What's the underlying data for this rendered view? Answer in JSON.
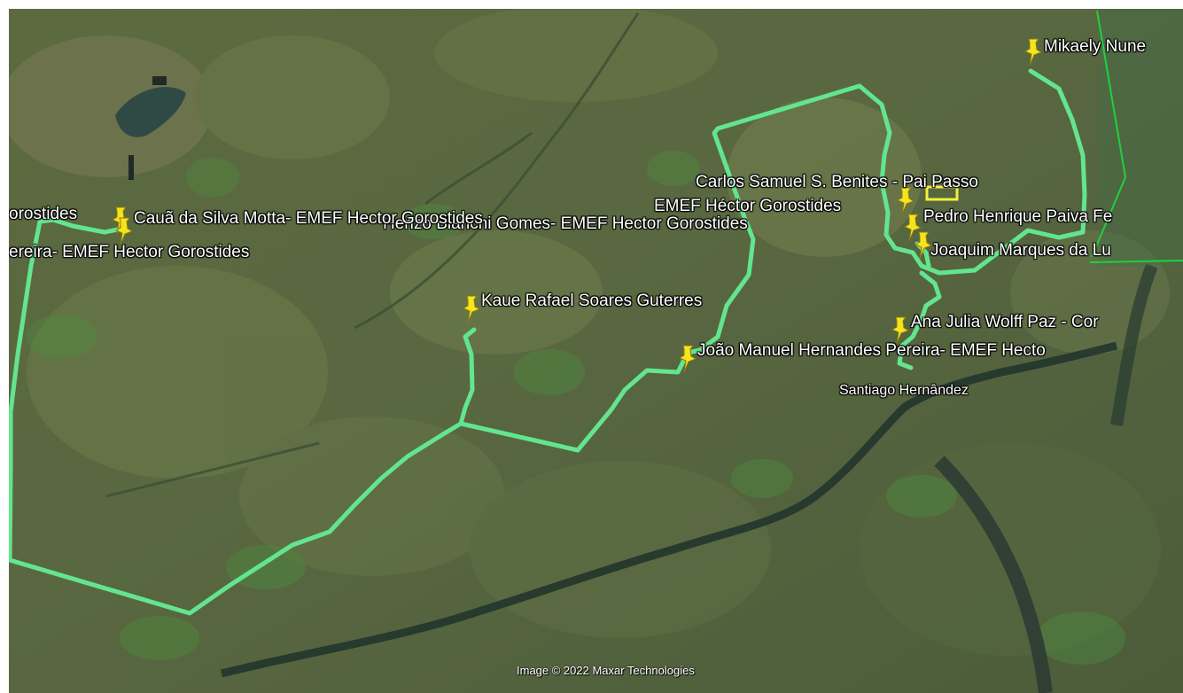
{
  "map": {
    "attribution": "Image © 2022 Maxar Technologies",
    "imagery": "satellite",
    "route_color": "#63e58f",
    "border_color": "#1fd13a",
    "pin_color": "#f5e31e",
    "placemarks": [
      {
        "label": "Mikaely Nune",
        "icon": "yellow-pushpin-icon"
      },
      {
        "label": "Carlos Samuel S. Benites - Pai Passo",
        "icon": "yellow-pushpin-icon"
      },
      {
        "label": "EMEF Héctor Gorostides",
        "icon": "yellow-pushpin-icon"
      },
      {
        "label": "Pedro Henrique Paiva Fe",
        "icon": "yellow-pushpin-icon"
      },
      {
        "label": "Henzo Bianchi Gomes- EMEF Hector Gorostides",
        "icon": "yellow-pushpin-icon"
      },
      {
        "label": "Joaquim Marques da Lu",
        "icon": "yellow-pushpin-icon"
      },
      {
        "label": "orostides",
        "icon": "yellow-pushpin-icon"
      },
      {
        "label": "Cauã da Silva Motta- EMEF Hector Gorostides",
        "icon": "yellow-pushpin-icon"
      },
      {
        "label": "ereira- EMEF Hector Gorostides",
        "icon": "yellow-pushpin-icon"
      },
      {
        "label": "Kaue Rafael Soares Guterres",
        "icon": "yellow-pushpin-icon"
      },
      {
        "label": "Ana Julia Wolff Paz - Cor",
        "icon": "yellow-pushpin-icon"
      },
      {
        "label": "João Manuel Hernandes Pereira- EMEF Hecto",
        "icon": "yellow-pushpin-icon"
      }
    ],
    "place_names": [
      {
        "label": "Santiago Hernândez"
      }
    ]
  }
}
